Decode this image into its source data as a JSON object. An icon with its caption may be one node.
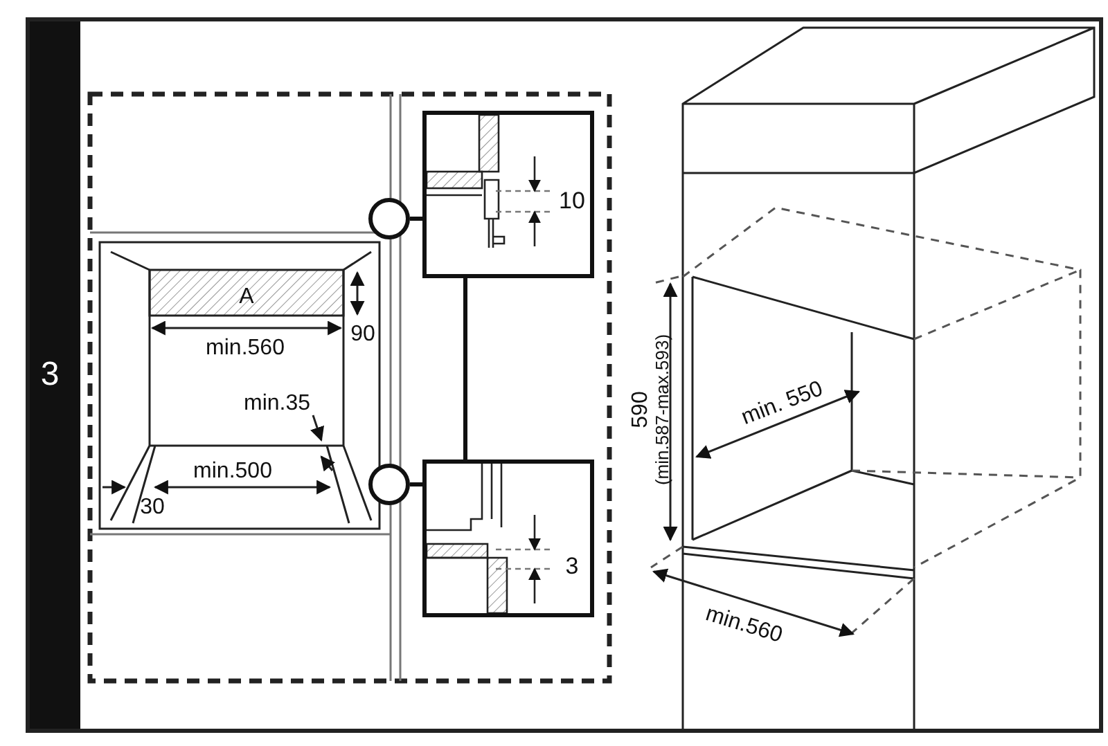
{
  "diagram": {
    "nodes": [
      {
        "text": [],
        "shape": "circle"
      },
      {
        "text": [
          "10"
        ]
      },
      {
        "text": [],
        "shape": "circle"
      },
      {
        "text": [
          "3"
        ]
      }
    ],
    "edges": [
      {
        "from": 0,
        "to": 1,
        "arrow": "none"
      },
      {
        "from": 2,
        "to": 3,
        "arrow": "none"
      },
      {
        "from": 1,
        "to": 3,
        "arrow": "none"
      }
    ],
    "labels": [
      "3",
      "A",
      "90",
      "min.560",
      "min.35",
      "min.500",
      "30",
      "590",
      "(min.587-max.593)",
      "min. 550",
      "min.560"
    ]
  }
}
